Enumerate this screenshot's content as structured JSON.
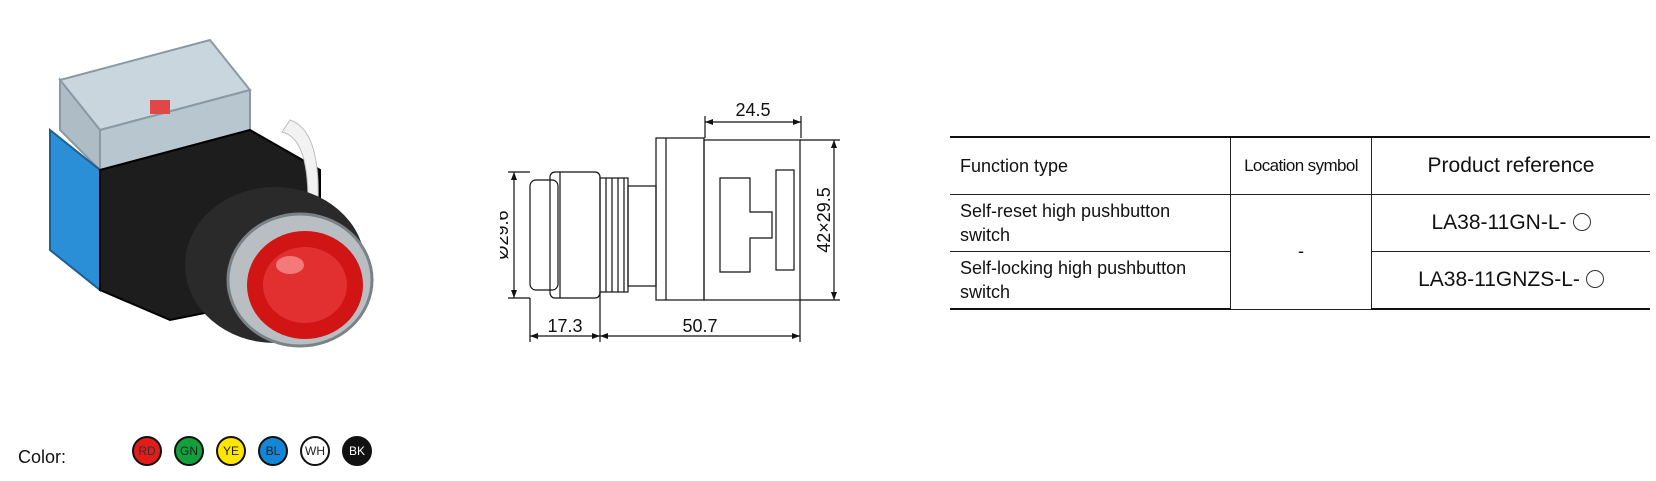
{
  "drawing": {
    "dim_top": "24.5",
    "dim_left": "Ø29.6",
    "dim_right": "42×29.5",
    "dim_bottom_left": "17.3",
    "dim_bottom_right": "50.7"
  },
  "table": {
    "headers": [
      "Function type",
      "Location symbol",
      "Product reference"
    ],
    "rows": [
      {
        "function": "Self-reset high pushbutton switch",
        "reference": "LA38-11GN-L-"
      },
      {
        "function": "Self-locking high pushbutton switch",
        "reference": "LA38-11GNZS-L-"
      }
    ],
    "location_symbol": "-"
  },
  "colors": {
    "label": "Color:",
    "swatches": [
      {
        "code": "RD",
        "fill": "#e21b1b",
        "text": "#333333"
      },
      {
        "code": "GN",
        "fill": "#12a03c",
        "text": "#222222"
      },
      {
        "code": "YE",
        "fill": "#ffe600",
        "text": "#222222"
      },
      {
        "code": "BL",
        "fill": "#1585d6",
        "text": "#222222"
      },
      {
        "code": "WH",
        "fill": "#ffffff",
        "text": "#222222"
      },
      {
        "code": "BK",
        "fill": "#111111",
        "text": "#ffffff"
      }
    ]
  }
}
